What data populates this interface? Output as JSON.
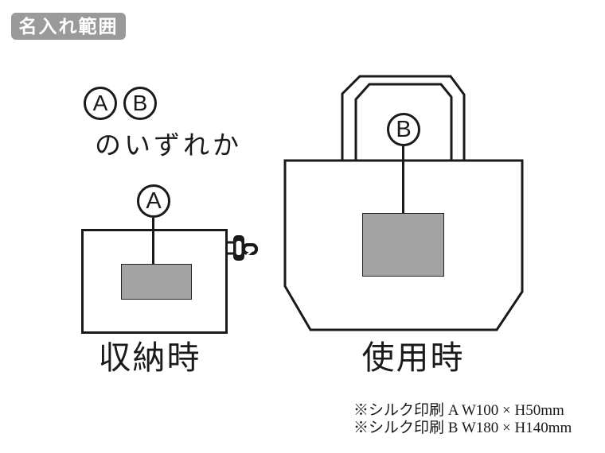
{
  "badge": {
    "label": "名入れ範囲",
    "bg_color": "#9a9a9a",
    "text_color": "#ffffff"
  },
  "choice": {
    "markers": [
      "A",
      "B"
    ],
    "text": "のいずれか"
  },
  "views": {
    "stored": {
      "marker": "A",
      "caption": "収納時"
    },
    "in_use": {
      "marker": "B",
      "caption": "使用時"
    }
  },
  "notes": {
    "items": [
      {
        "prefix": "※シルク印刷 A",
        "dims": "W100 × H50mm"
      },
      {
        "prefix": "※シルク印刷 B",
        "dims": "W180 × H140mm"
      }
    ]
  },
  "colors": {
    "line": "#1a1a1a",
    "print_area_fill": "#a3a3a3",
    "badge_bg": "#9a9a9a"
  }
}
